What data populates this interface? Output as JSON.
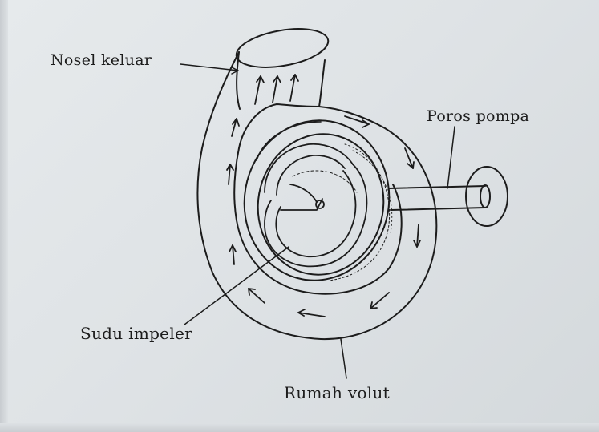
{
  "labels": {
    "outlet_nozzle": "Nosel keluar",
    "pump_shaft": "Poros pompa",
    "impeller_blade": "Sudu impeler",
    "volute_casing": "Rumah volut"
  },
  "colors": {
    "paper": "#e3e7ea",
    "ink": "#1c1c1c"
  }
}
